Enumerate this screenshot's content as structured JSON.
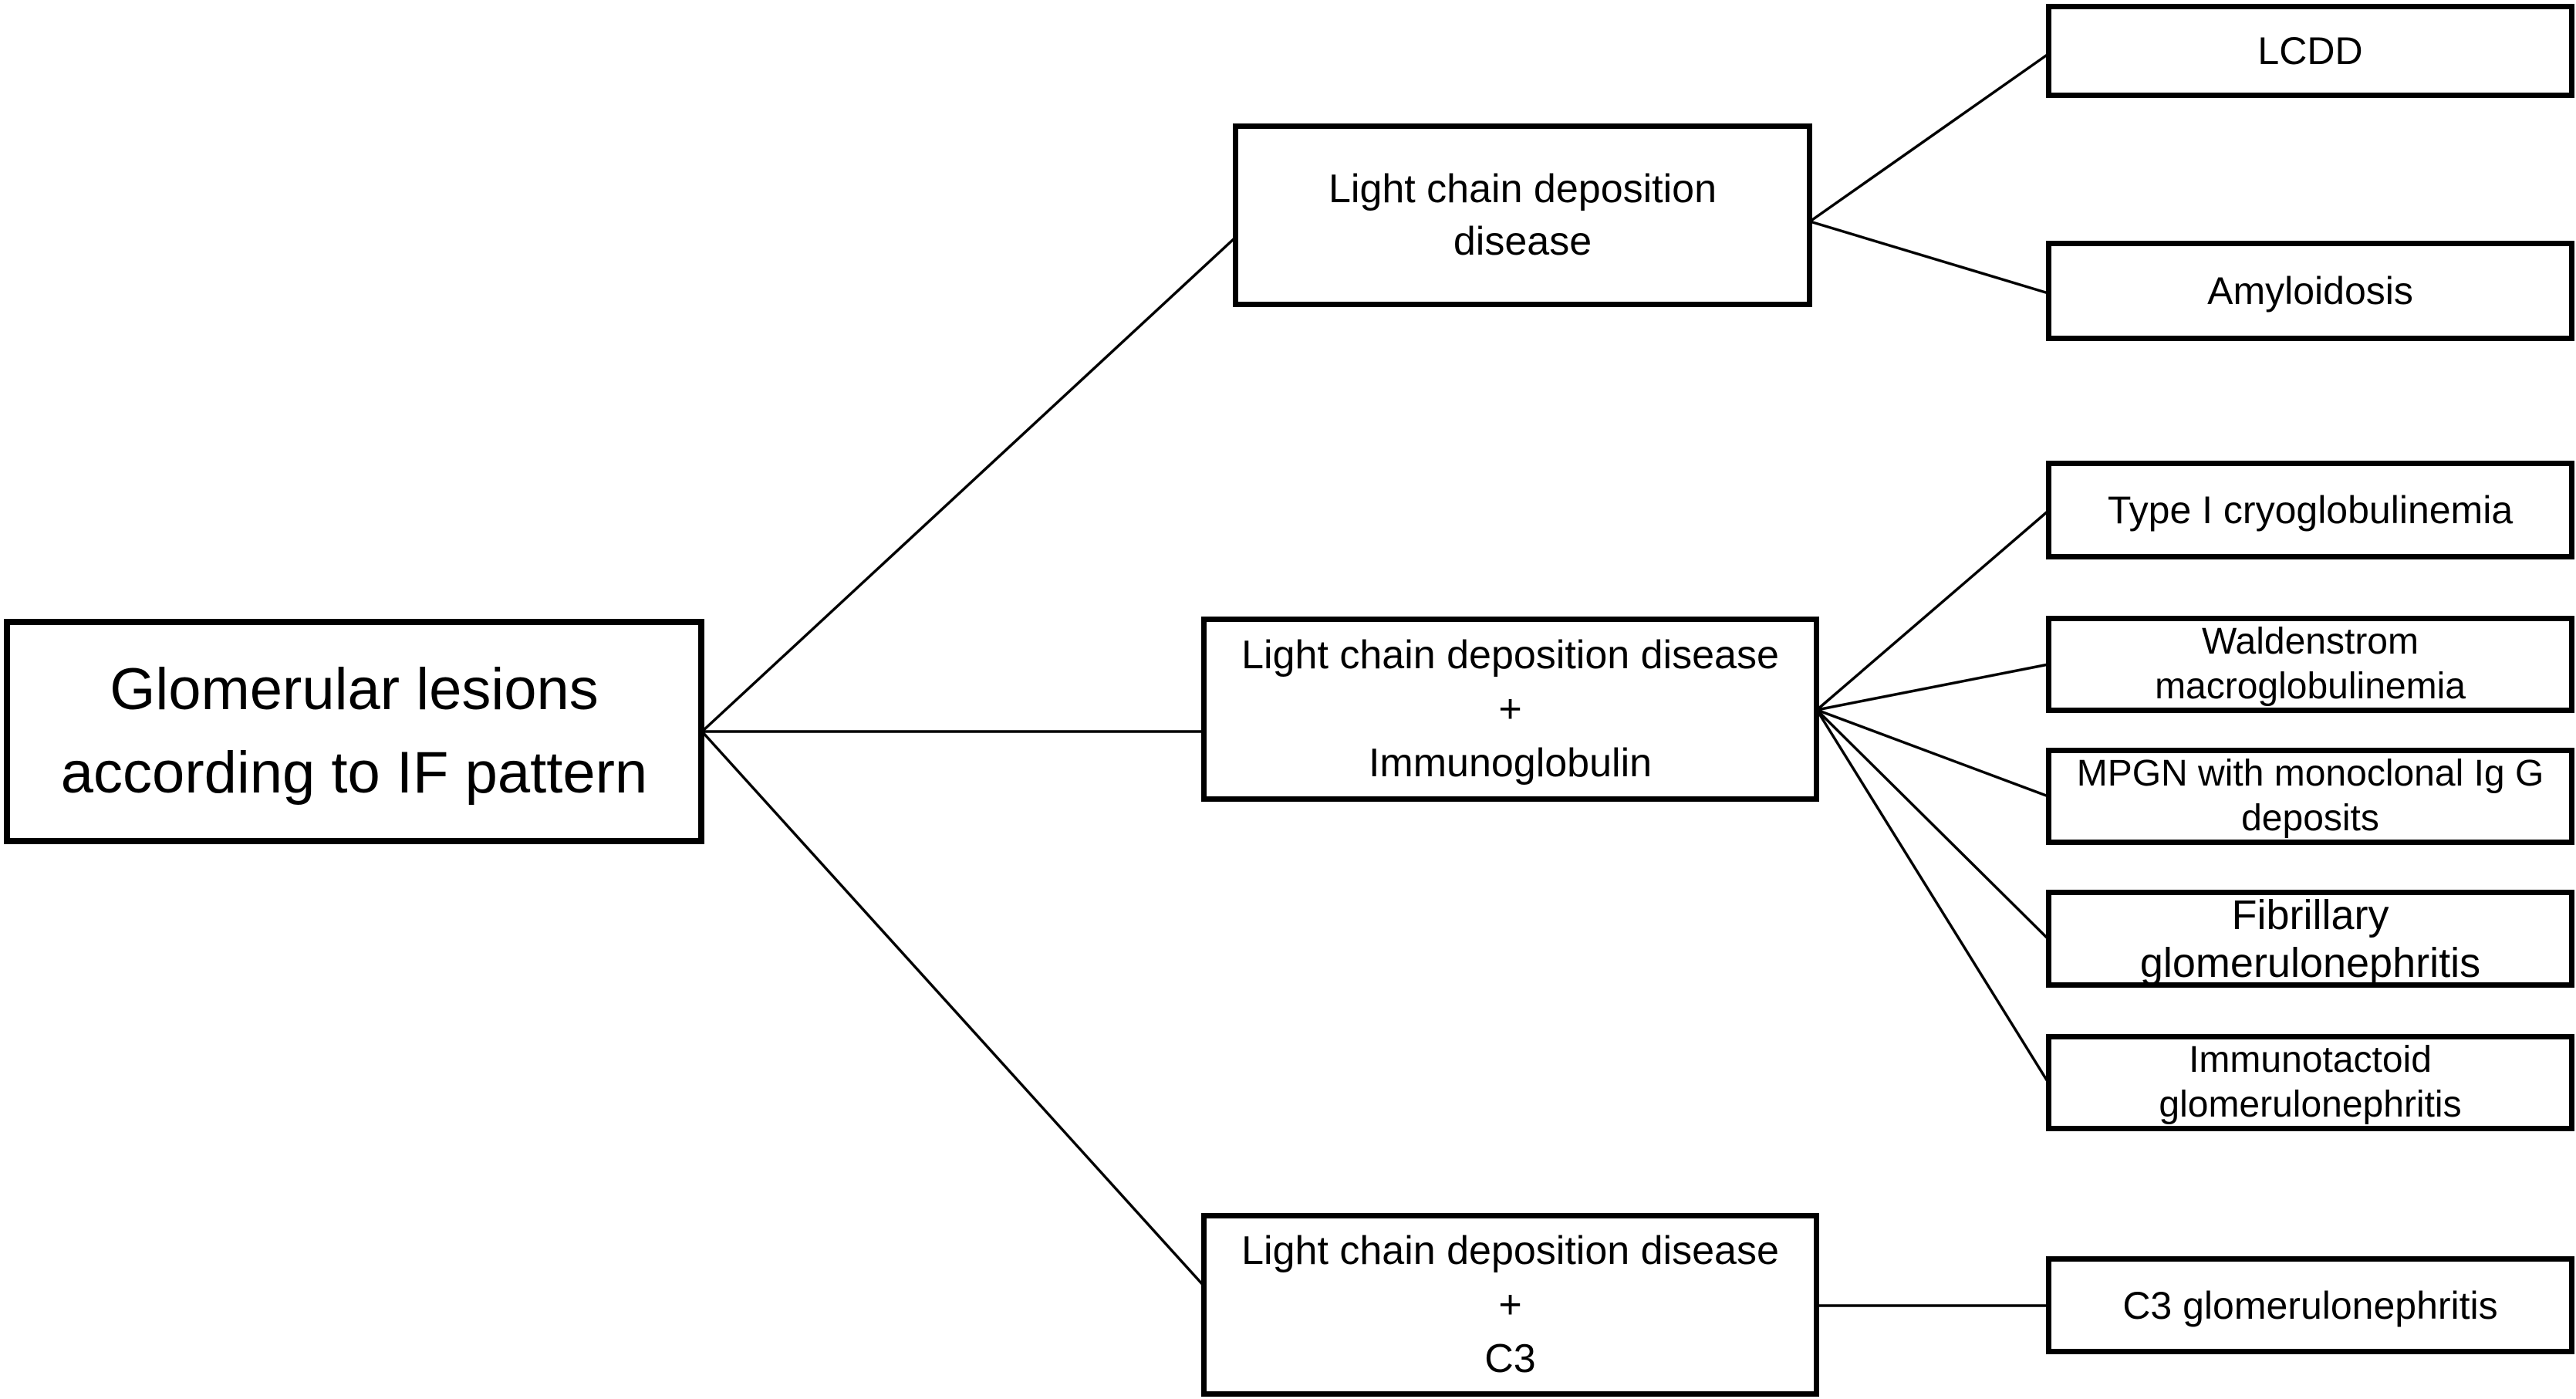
{
  "diagram": {
    "background_color": "#ffffff",
    "line_color": "#000000",
    "border_color": "#000000",
    "text_color": "#000000",
    "boxes": {
      "root": {
        "lines": [
          "Glomerular lesions",
          "according to IF pattern"
        ]
      },
      "mid_top": {
        "lines": [
          "Light chain deposition",
          "disease"
        ]
      },
      "mid_center": {
        "lines": [
          "Light chain deposition disease",
          "+",
          "Immunoglobulin"
        ]
      },
      "mid_bottom": {
        "lines": [
          "Light chain deposition disease",
          "+",
          "C3"
        ]
      },
      "leaf_lcdd": {
        "lines": [
          "LCDD"
        ]
      },
      "leaf_amyloidosis": {
        "lines": [
          "Amyloidosis"
        ]
      },
      "leaf_type1_cryo": {
        "lines": [
          "Type I cryoglobulinemia"
        ]
      },
      "leaf_waldenstrom": {
        "lines": [
          "Waldenstrom",
          "macroglobulinemia"
        ]
      },
      "leaf_mpgn": {
        "lines": [
          "MPGN with monoclonal Ig G",
          "deposits"
        ]
      },
      "leaf_fibrillary": {
        "lines": [
          "Fibrillary",
          "glomerulonephritis"
        ]
      },
      "leaf_immunotactoid": {
        "lines": [
          "Immunotactoid",
          "glomerulonephritis"
        ]
      },
      "leaf_c3": {
        "lines": [
          "C3 glomerulonephritis"
        ]
      }
    },
    "edges": [
      {
        "from": "root",
        "to": "mid_top"
      },
      {
        "from": "root",
        "to": "mid_center"
      },
      {
        "from": "root",
        "to": "mid_bottom"
      },
      {
        "from": "mid_top",
        "to": "leaf_lcdd"
      },
      {
        "from": "mid_top",
        "to": "leaf_amyloidosis"
      },
      {
        "from": "mid_center",
        "to": "leaf_type1_cryo"
      },
      {
        "from": "mid_center",
        "to": "leaf_waldenstrom"
      },
      {
        "from": "mid_center",
        "to": "leaf_mpgn"
      },
      {
        "from": "mid_center",
        "to": "leaf_fibrillary"
      },
      {
        "from": "mid_center",
        "to": "leaf_immunotactoid"
      },
      {
        "from": "mid_bottom",
        "to": "leaf_c3"
      }
    ]
  }
}
